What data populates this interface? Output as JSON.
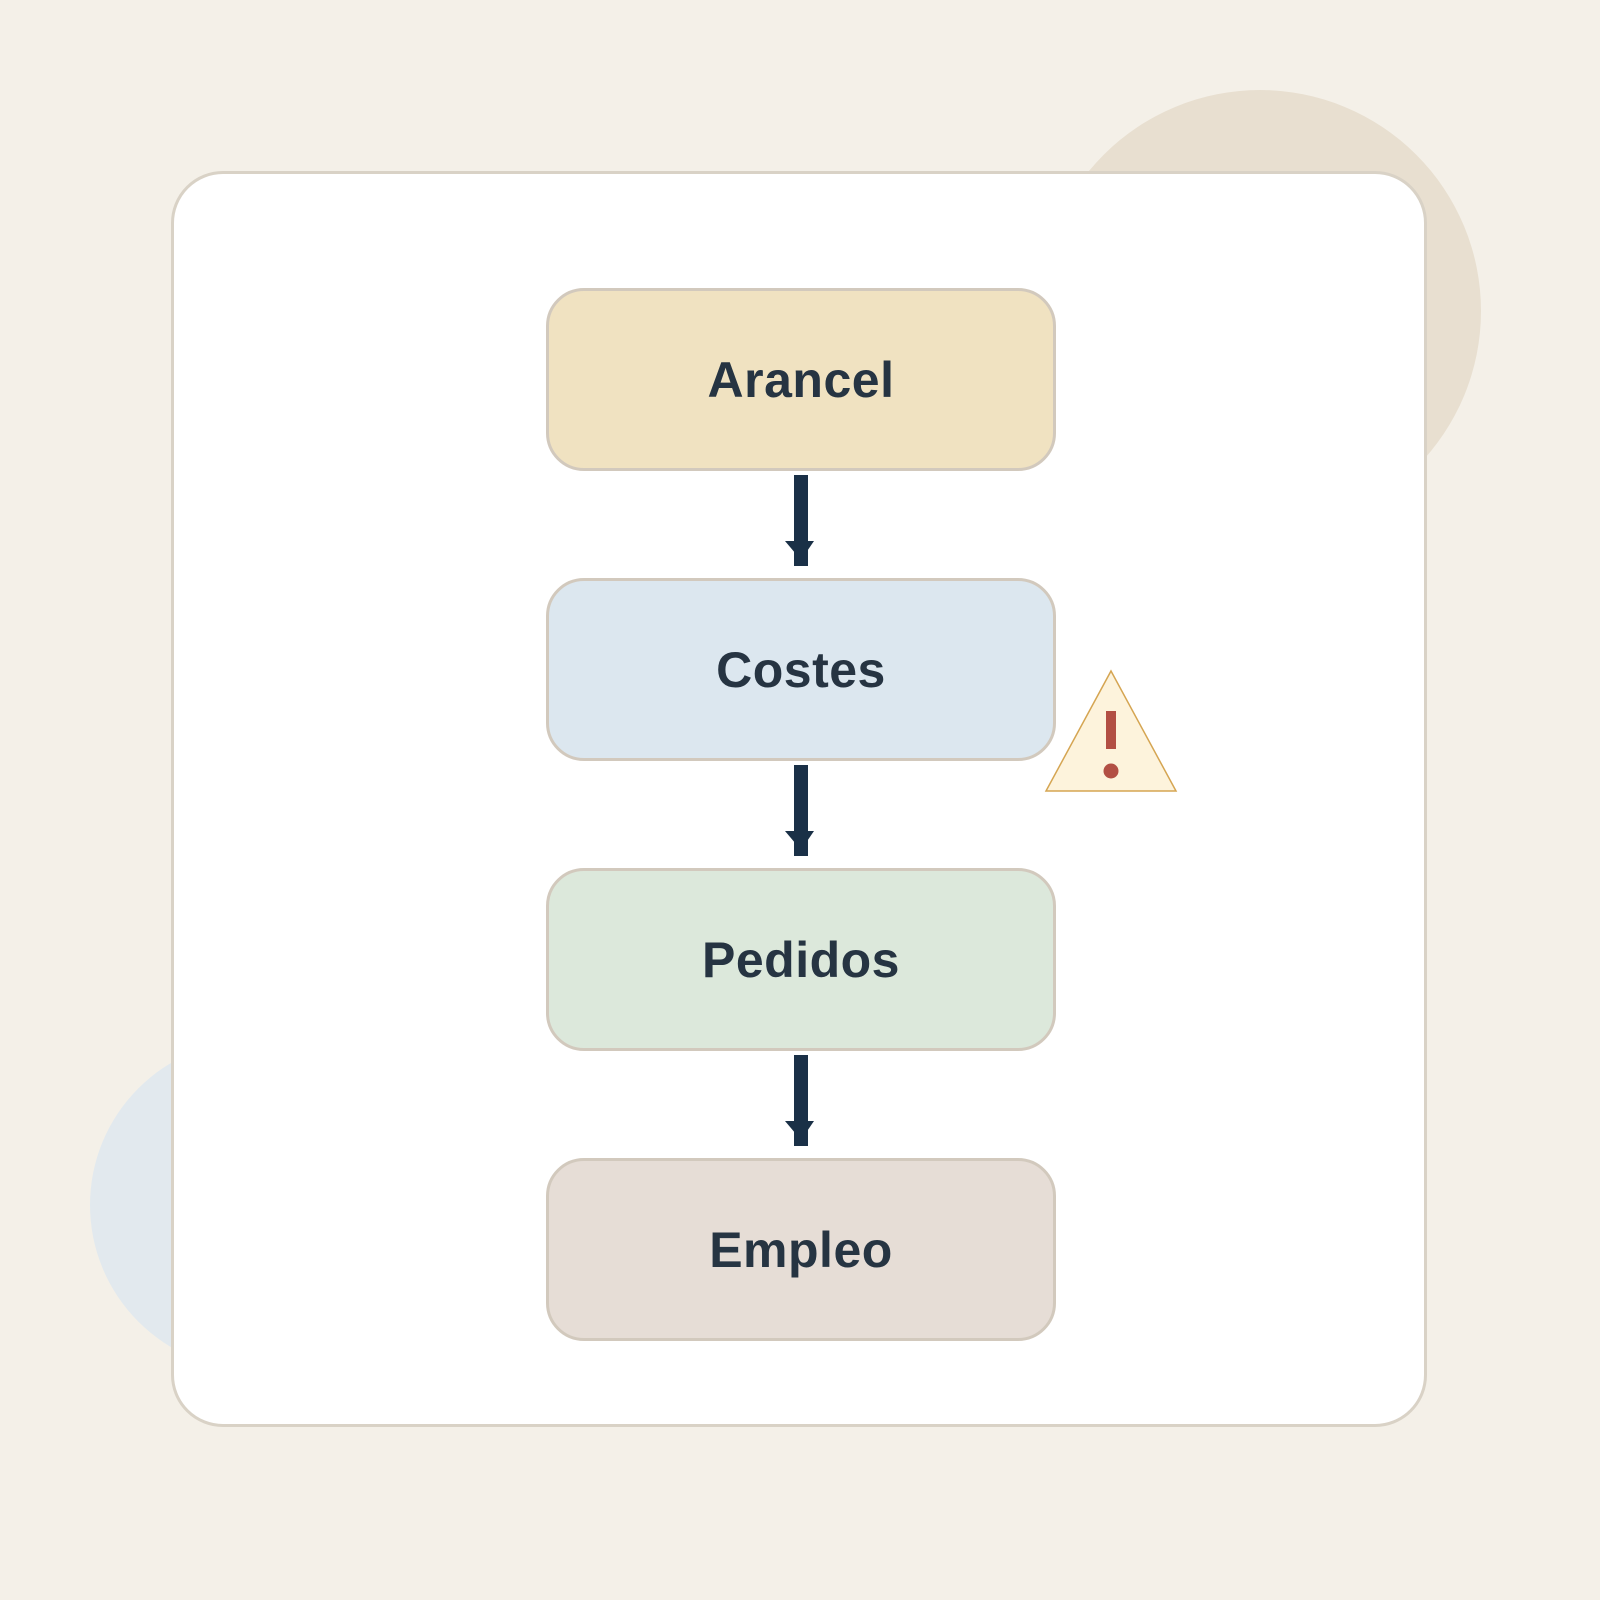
{
  "diagram": {
    "nodes": [
      {
        "label": "Arancel",
        "fill": "#f0e2c1"
      },
      {
        "label": "Costes",
        "fill": "#dce7ef"
      },
      {
        "label": "Pedidos",
        "fill": "#dce8db"
      },
      {
        "label": "Empleo",
        "fill": "#e6ddd6"
      }
    ],
    "edges": [
      {
        "from": "Arancel",
        "to": "Costes"
      },
      {
        "from": "Costes",
        "to": "Pedidos"
      },
      {
        "from": "Pedidos",
        "to": "Empleo"
      }
    ],
    "warning": {
      "icon": "warning-triangle-icon",
      "attached_to": "Costes"
    }
  },
  "colors": {
    "page_background": "#f4f0e8",
    "card_background": "#ffffff",
    "arrow": "#1a3047",
    "label_text": "#263442",
    "warning_fill": "#fdf3dc",
    "warning_stroke": "#d5a552",
    "warning_mark": "#b24f44"
  }
}
